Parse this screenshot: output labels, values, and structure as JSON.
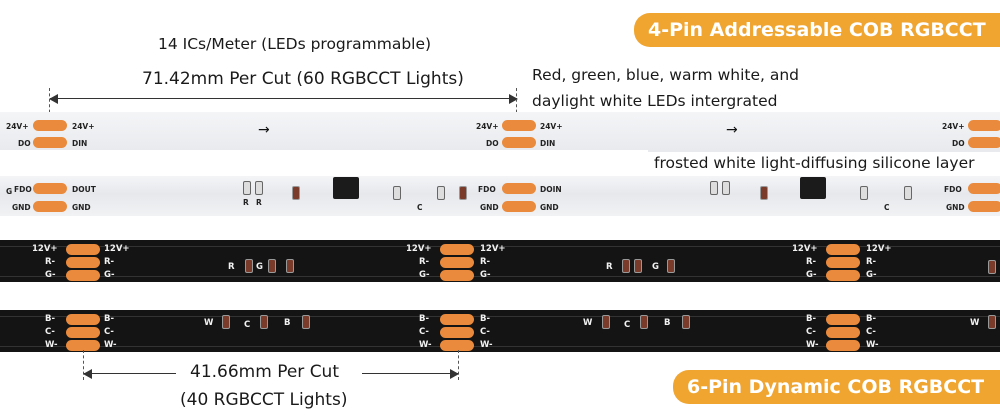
{
  "top_badge": "4-Pin Addressable COB RGBCCT",
  "bottom_badge": "6-Pin Dynamic COB RGBCCT",
  "top_left_text": {
    "ics": "14 ICs/Meter (LEDs programmable)",
    "cut": "71.42mm Per Cut (60 RGBCCT Lights)"
  },
  "top_right_text": {
    "line1": "Red, green, blue, warm white, and",
    "line2": "daylight white LEDs intergrated",
    "silicone": "frosted white light-diffusing silicone layer"
  },
  "bottom_text": {
    "cut1": "41.66mm Per Cut",
    "cut2": "(40 RGBCCT Lights)"
  },
  "white_strip": {
    "pads_left": [
      "24V+",
      "DO"
    ],
    "pads_right": [
      "24V+",
      "DIN"
    ],
    "pads_left_b": [
      "G",
      "FDO",
      "GND"
    ],
    "pads_right_b": [
      "DOUT",
      "GND"
    ],
    "pads_mid_b": [
      "FDO",
      "GND"
    ],
    "pads_mid_b_right": [
      "DOIN",
      "GND"
    ],
    "comp_labels": [
      "R",
      "R",
      "C",
      "C"
    ],
    "arrow": "→"
  },
  "black_strip1": {
    "pads": [
      "12V+",
      "R-",
      "G-"
    ],
    "pads_right": [
      "12V+",
      "R-",
      "G-"
    ],
    "components": [
      "R",
      "G"
    ]
  },
  "black_strip2": {
    "pads": [
      "B-",
      "C-",
      "W-"
    ],
    "pads_right": [
      "B-",
      "C-",
      "W-"
    ],
    "components": [
      "W",
      "C",
      "B"
    ]
  },
  "colors": {
    "badge": "#f0a530",
    "pad": "#e98a3c",
    "strip_white": "#eceef1",
    "strip_black": "#141414"
  }
}
